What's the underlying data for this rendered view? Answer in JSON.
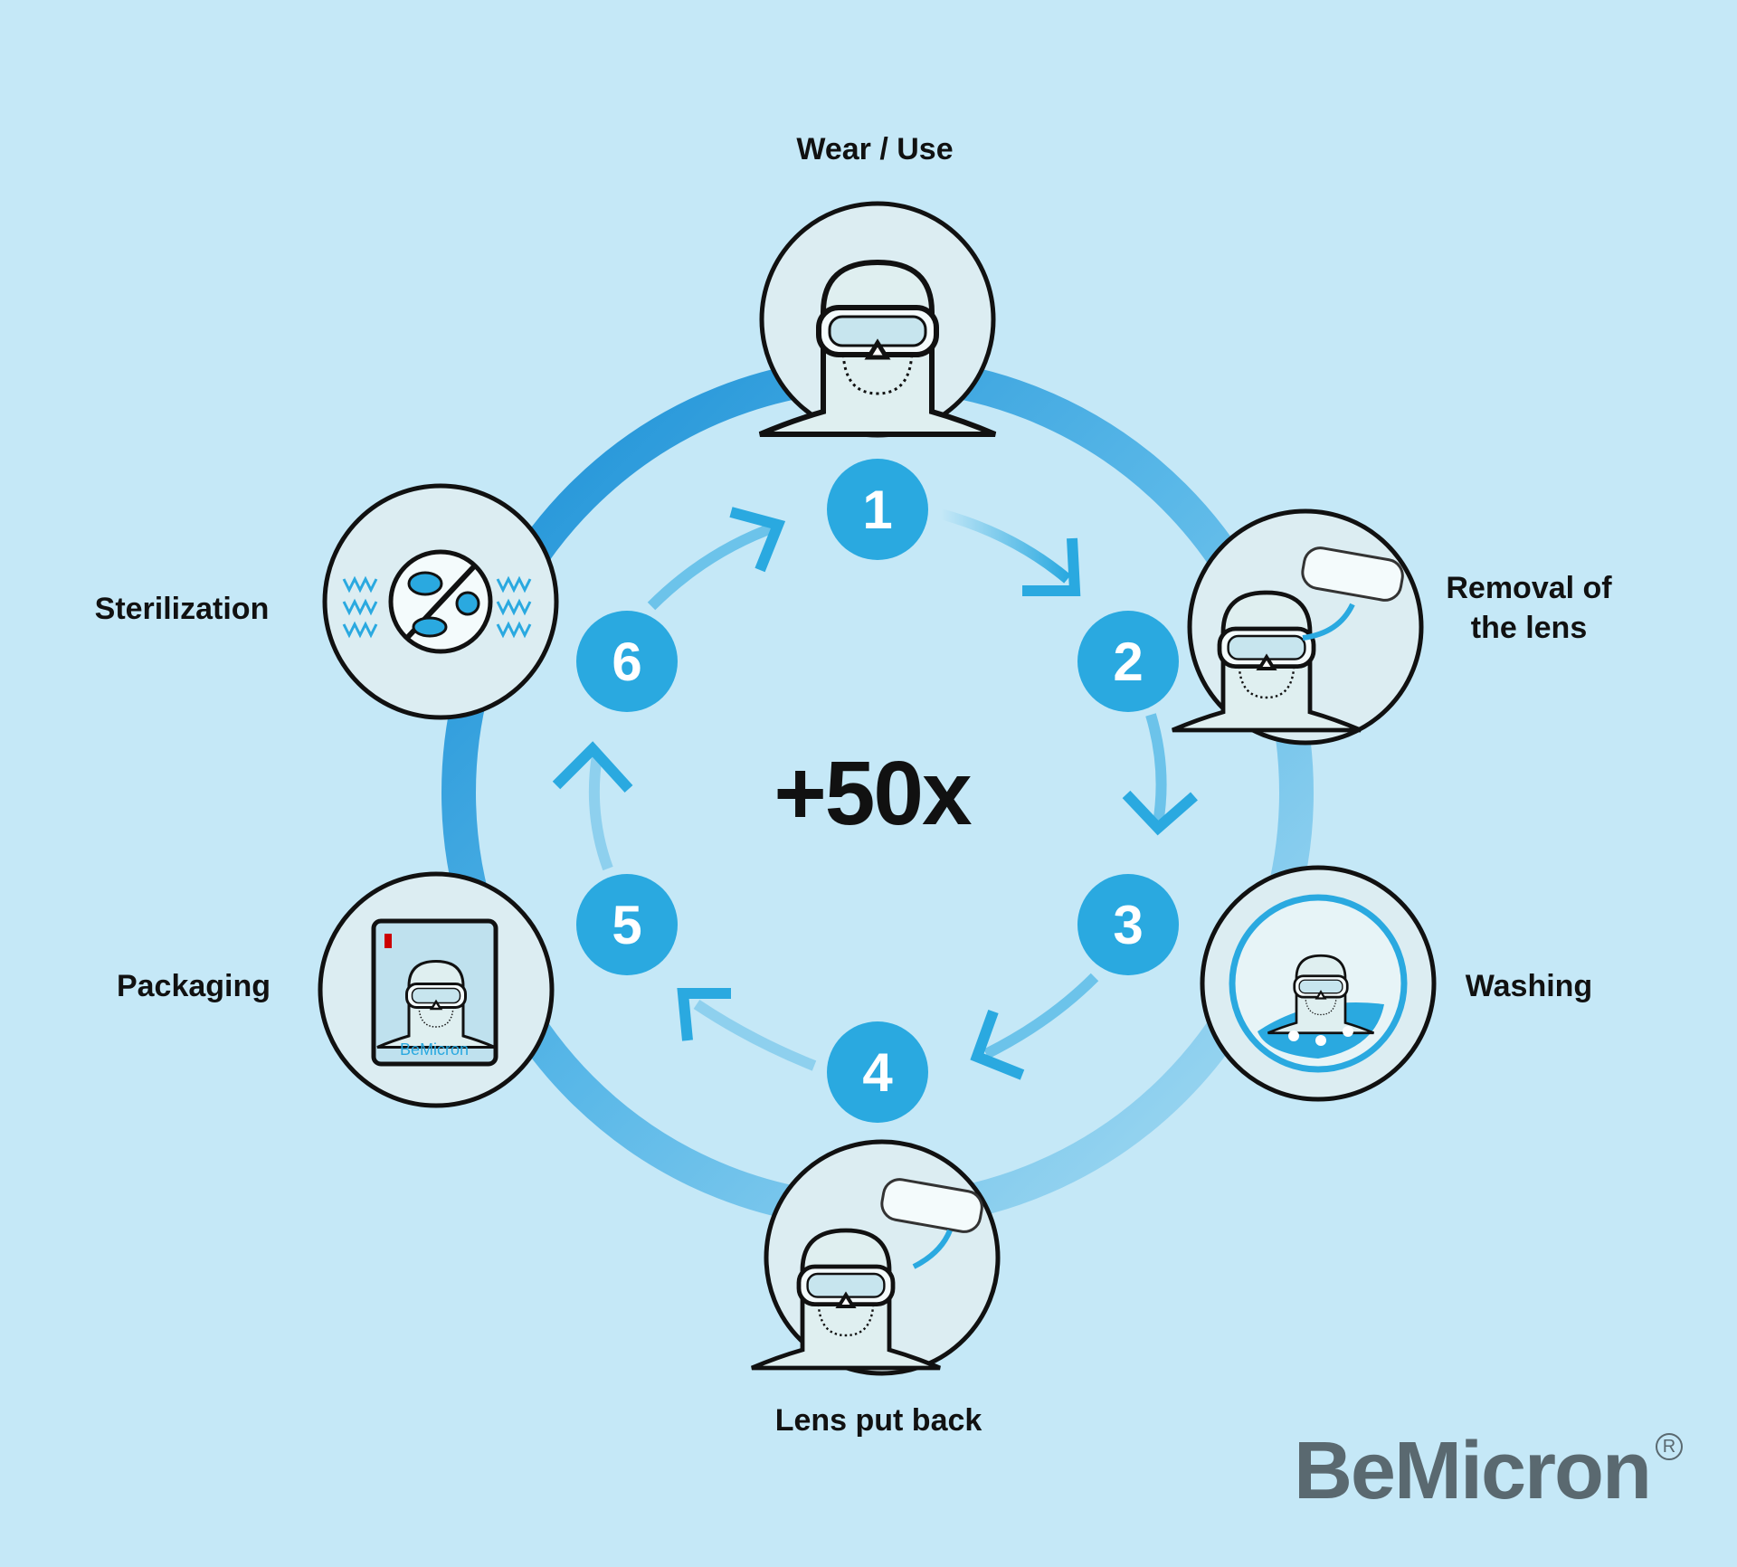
{
  "center_label": "+50x",
  "steps": [
    {
      "number": "1",
      "label": "Wear / Use"
    },
    {
      "number": "2",
      "label": "Removal of the lens",
      "label_line1": "Removal of",
      "label_line2": "the lens"
    },
    {
      "number": "3",
      "label": "Washing"
    },
    {
      "number": "4",
      "label": "Lens put back"
    },
    {
      "number": "5",
      "label": "Packaging"
    },
    {
      "number": "6",
      "label": "Sterilization"
    }
  ],
  "package_brand": "BeMicron",
  "logo": {
    "text": "BeMicron",
    "registered": "R"
  },
  "colors": {
    "background": "#c5e8f7",
    "badge": "#2aa9e0",
    "ring_dark": "#1a8fd6",
    "ring_light": "#9ad5ef",
    "logo": "#5a6970"
  }
}
